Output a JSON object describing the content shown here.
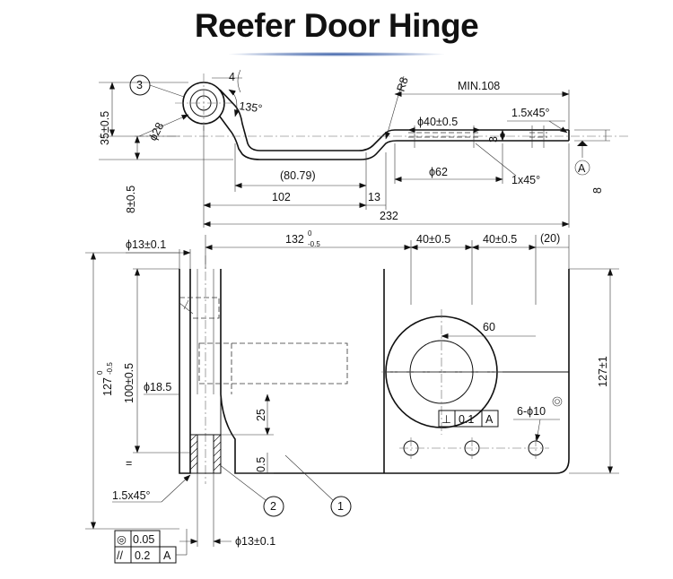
{
  "title": "Reefer Door Hinge",
  "accent_color": "#3a5fa8",
  "callouts": {
    "c1": "1",
    "c2": "2",
    "c3": "3"
  },
  "top_view": {
    "d_28": "ϕ28",
    "dim_35": "35±0.5",
    "dim_8_left": "8±0.5",
    "dim_4": "4",
    "angle_135": "135°",
    "r8": "R8",
    "min_108": "MIN.108",
    "chamfer_15": "1.5x45°",
    "d_40": "ϕ40±0.5",
    "dim_3": "3",
    "d_62": "ϕ62",
    "chamfer_1": "1x45°",
    "datum_a": "A",
    "dim_8_right": "8",
    "dim_8079": "(80.79)",
    "dim_102": "102",
    "dim_13": "13",
    "dim_232": "232"
  },
  "front_view": {
    "d_13_top": "ϕ13±0.1",
    "dim_132": "132",
    "dim_132_tol_up": "0",
    "dim_132_tol_dn": "-0.5",
    "dim_40a": "40±0.5",
    "dim_40b": "40±0.5",
    "dim_20": "(20)",
    "dim_60": "60",
    "dim_127_left": "127",
    "dim_127_left_tol_up": "0",
    "dim_127_left_tol_dn": "-0.5",
    "dim_100": "100±0.5",
    "d_185": "ϕ18.5",
    "dim_25": "25",
    "dim_05": "0.5",
    "dim_127_right": "127±1",
    "gdt_perp_symbol": "⊥",
    "gdt_perp_value": "0.1",
    "gdt_perp_datum": "A",
    "holes": "6-ϕ10",
    "chamfer_15": "1.5x45°",
    "d_13_bottom": "ϕ13±0.1",
    "parallel_mark": "=",
    "gdt_conc_symbol": "◎",
    "gdt_conc_value": "0.05",
    "gdt_par_symbol": "//",
    "gdt_par_value": "0.2",
    "gdt_par_datum": "A"
  }
}
